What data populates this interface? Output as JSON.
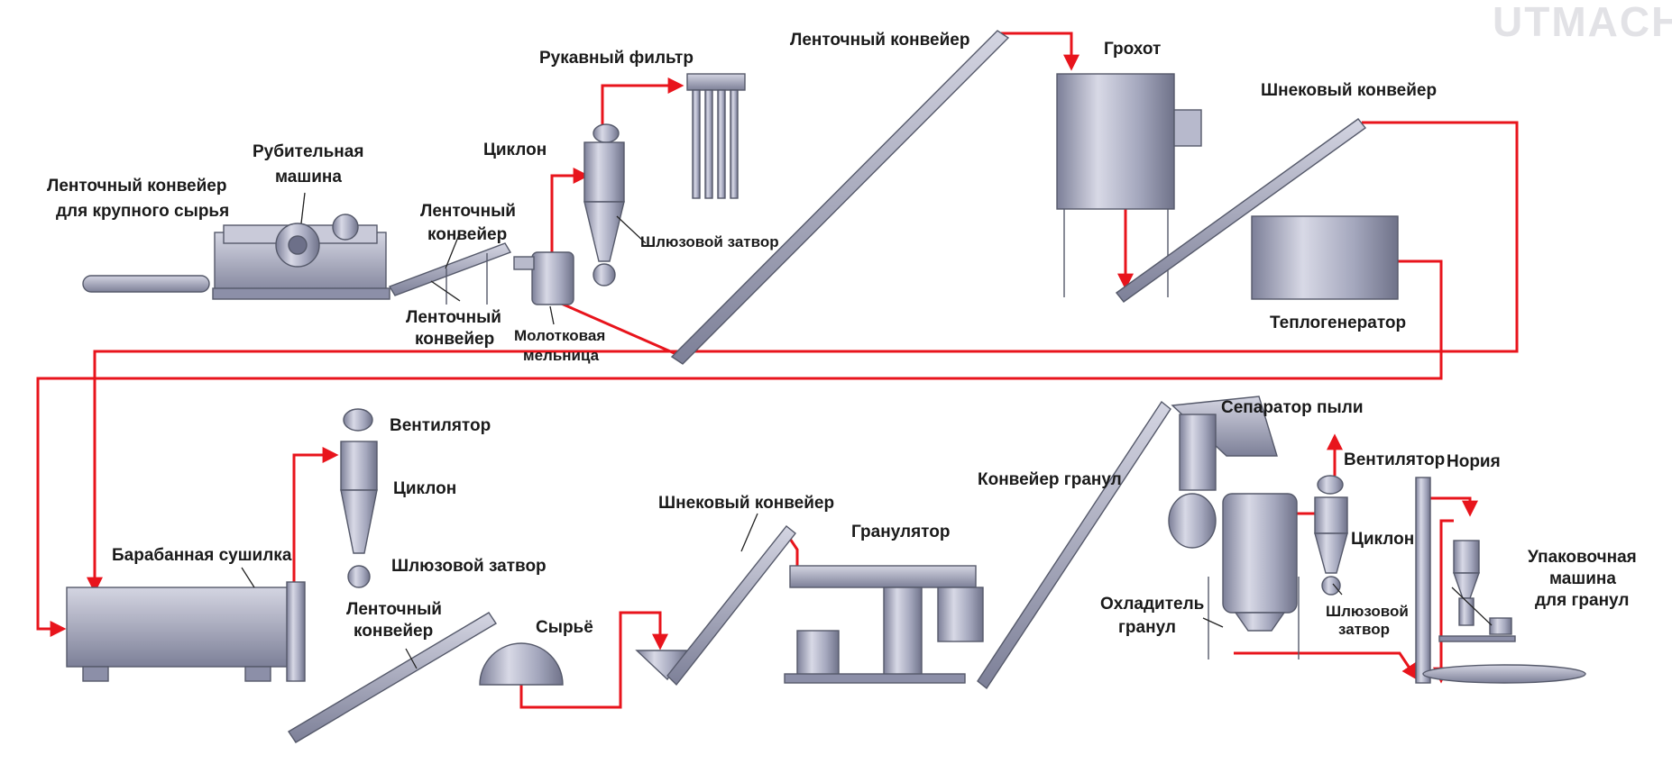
{
  "watermark": "UTMACH",
  "colors": {
    "flow": "#e8141c",
    "equipment": "#9a9db6",
    "equipment_dark": "#6d7089",
    "label": "#1a1a1a"
  },
  "labels": {
    "raw_conveyor": [
      "Ленточный конвейер",
      "для крупного сырья"
    ],
    "chipper": [
      "Рубительная",
      "машина"
    ],
    "belt_conveyor_1": [
      "Ленточный",
      "конвейер"
    ],
    "belt_conveyor_2": [
      "Ленточный",
      "конвейер"
    ],
    "hammer_mill": [
      "Молотковая",
      "мельница"
    ],
    "cyclone_top": "Циклон",
    "bag_filter": "Рукавный фильтр",
    "airlock_top": "Шлюзовой затвор",
    "long_conveyor": "Ленточный конвейер",
    "screen": "Грохот",
    "screw_conveyor_top": "Шнековый конвейер",
    "heat_generator": "Теплогенератор",
    "fan_left": "Вентилятор",
    "cyclone_left": "Циклон",
    "airlock_left": "Шлюзовой затвор",
    "drum_dryer": "Барабанная сушилка",
    "belt_conveyor_3": [
      "Ленточный",
      "конвейер"
    ],
    "raw_material": "Сырьё",
    "screw_conveyor_mid": "Шнековый конвейер",
    "pelletizer": "Гранулятор",
    "pellet_conveyor": "Конвейер гранул",
    "dust_separator": "Сепаратор пыли",
    "fan_right": "Вентилятор",
    "cyclone_right": "Циклон",
    "airlock_right": [
      "Шлюзовой",
      "затвор"
    ],
    "pellet_cooler": [
      "Охладитель",
      "гранул"
    ],
    "bucket_elevator": "Нория",
    "packing_machine": [
      "Упаковочная",
      "машина",
      "для гранул"
    ]
  }
}
